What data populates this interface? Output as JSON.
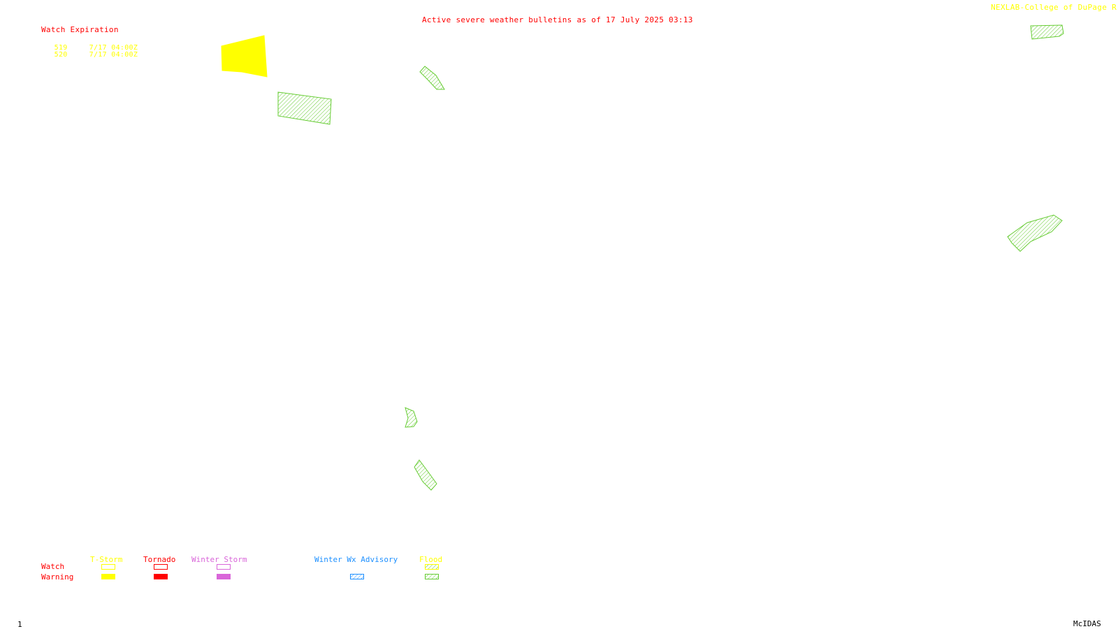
{
  "header": {
    "title": "Active severe weather bulletins as of 17 July 2025 03:13",
    "credit": "NEXLAB-College of DuPage R"
  },
  "watch_expiration": {
    "heading": "Watch Expiration",
    "rows": [
      {
        "number": "519",
        "expires": "7/17 04:00Z"
      },
      {
        "number": "520",
        "expires": "7/17 04:00Z"
      }
    ]
  },
  "legend": {
    "row_labels": {
      "watch": "Watch",
      "warning": "Warning"
    },
    "categories": [
      {
        "label": "T-Storm",
        "color": "#ffff00"
      },
      {
        "label": "Tornado",
        "color": "#ff0000"
      },
      {
        "label": "Winter Storm",
        "color": "#d966d9"
      },
      {
        "label": "Winter Wx Advisory",
        "color": "#1e90ff"
      },
      {
        "label": "Flood",
        "color": "#66cc33"
      }
    ]
  },
  "footer": {
    "frame_number": "1",
    "software": "McIDAS"
  },
  "colors": {
    "title": "#ff0000",
    "credit": "#ffff00",
    "tstorm": "#ffff00",
    "tornado": "#ff0000",
    "winter_storm": "#d966d9",
    "winter_advisory": "#1e90ff",
    "flood": "#66cc33"
  }
}
